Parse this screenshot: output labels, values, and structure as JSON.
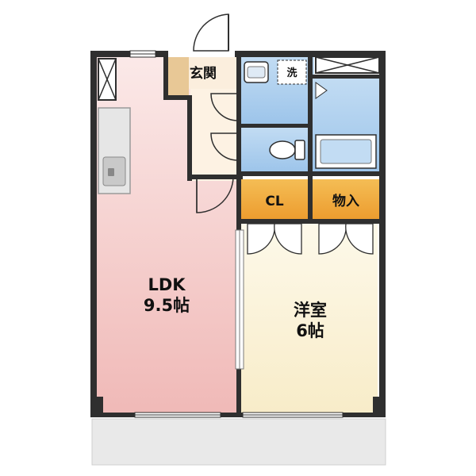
{
  "rooms": {
    "ldk_name": "LDK",
    "ldk_size": "9.5帖",
    "western_name": "洋室",
    "western_size": "6帖",
    "entrance": "玄関",
    "closet": "CL",
    "storage": "物入",
    "laundry": "洗"
  },
  "colors": {
    "wall": "#2f2f2f",
    "ldk": "#f3c9c7",
    "western": "#fbf4de",
    "wet_area": "#a9cdee",
    "storage": "#f0a93a",
    "entrance": "#e8c896",
    "hall": "#fdf2e3",
    "balcony": "#e9e9e9"
  }
}
